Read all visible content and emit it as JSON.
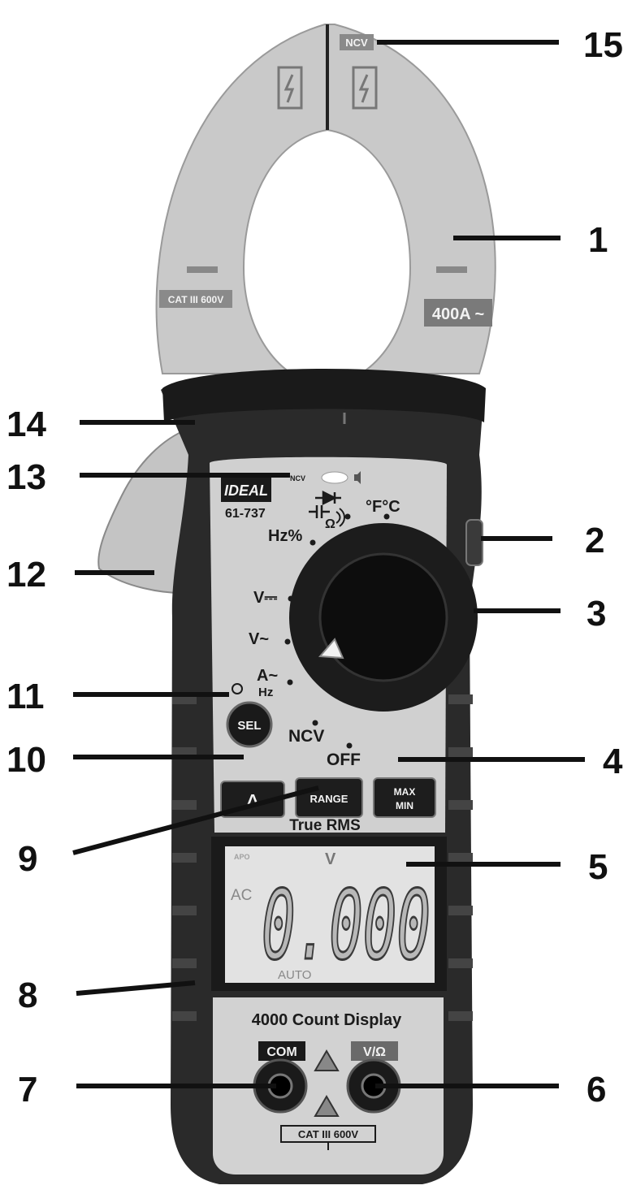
{
  "clamp_labels": {
    "ncv": "NCV",
    "cat_rating": "CAT III 600V",
    "current_rating": "400A ~"
  },
  "face": {
    "brand": "IDEAL",
    "model": "61-737",
    "ncv_indicator": "NCV",
    "temp": "°F°C",
    "hz_percent": "Hz%",
    "dc_volts": "V⎓",
    "ac_volts": "V~",
    "ac_amps": "A~",
    "hz": "Hz",
    "ncv": "NCV",
    "off": "OFF",
    "sel_button": "SEL",
    "delta_button": "Δ",
    "range_button": "RANGE",
    "max_button": "MAX",
    "min_button": "MIN",
    "true_rms": "True RMS"
  },
  "display": {
    "unit": "V",
    "mode": "AC",
    "reading": "0.000",
    "auto": "AUTO",
    "apo": "APO"
  },
  "bottom": {
    "count_display": "4000 Count Display",
    "com": "COM",
    "v_ohm": "V/Ω",
    "cat_rating": "CAT III 600V"
  },
  "callouts": [
    "1",
    "2",
    "3",
    "4",
    "5",
    "6",
    "7",
    "8",
    "9",
    "10",
    "11",
    "12",
    "13",
    "14",
    "15"
  ]
}
